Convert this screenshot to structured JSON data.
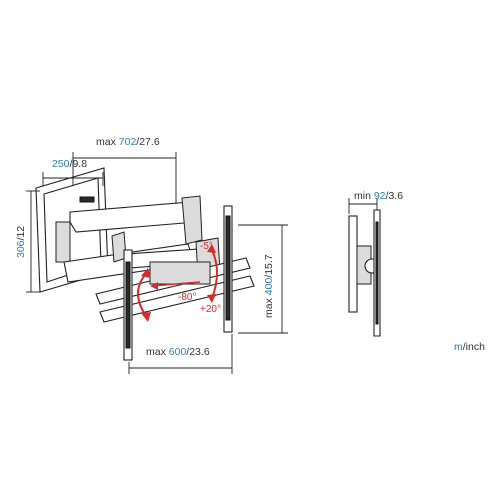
{
  "dimensions": {
    "max_depth": {
      "prefix": "max",
      "metric": "702",
      "imperial": "27.6"
    },
    "wall_width": {
      "metric": "250",
      "imperial": "9.8"
    },
    "wall_height": {
      "metric": "306",
      "imperial": "12"
    },
    "max_horizontal": {
      "prefix": "max",
      "metric": "600",
      "imperial": "23.6"
    },
    "max_vertical": {
      "prefix": "max",
      "metric": "400",
      "imperial": "15.7"
    },
    "min_depth": {
      "prefix": "min",
      "metric": "92",
      "imperial": "3.6"
    }
  },
  "angles": {
    "tilt_up": "-5°",
    "tilt_down": "+20°",
    "swivel": "-80°"
  },
  "units": {
    "metric": "m",
    "imperial": "inch",
    "separator": "/"
  },
  "colors": {
    "metric": "#2f7fb5",
    "text": "#333333",
    "angle": "#d62b2b",
    "line": "#222222"
  }
}
